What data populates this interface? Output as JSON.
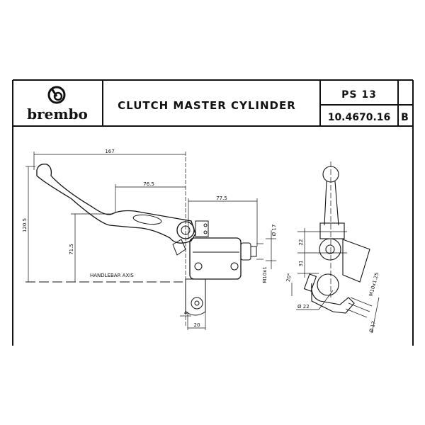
{
  "title_block": {
    "brand": "brembo",
    "title": "CLUTCH MASTER CYLINDER",
    "model": "PS 13",
    "part_number": "10.4670.16",
    "revision": "B"
  },
  "side_view": {
    "dims": {
      "overall_length": "167",
      "lever_to_axis": "76.5",
      "cylinder_length": "77.5",
      "overall_height": "120.5",
      "lever_height": "71.5",
      "outlet_dia": "Ø 17",
      "thread": "M10x1",
      "offset": "4",
      "clamp_width": "20"
    },
    "axis_label": "HANDLEBAR AXIS"
  },
  "end_view": {
    "dims": {
      "pivot_to_center": "22",
      "center_to_bar": "31",
      "angle": "20°",
      "bar_dia": "Ø 22",
      "thread": "M10x1.25",
      "outlet_dia": "Ø 17"
    }
  }
}
